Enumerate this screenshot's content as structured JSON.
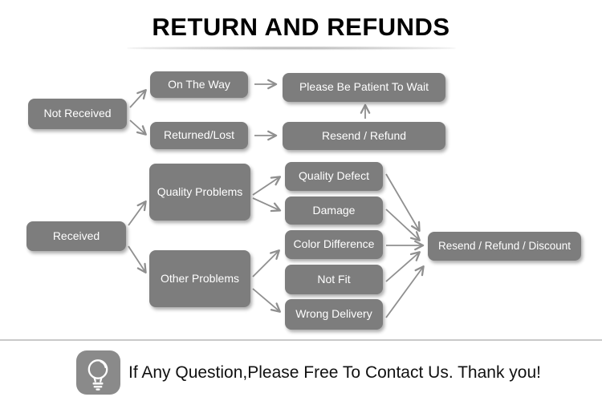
{
  "title": "RETURN AND REFUNDS",
  "flowchart": {
    "nodes": {
      "not_received": {
        "label": "Not Received"
      },
      "on_the_way": {
        "label": "On The Way"
      },
      "returned_lost": {
        "label": "Returned/Lost"
      },
      "please_wait": {
        "label": "Please Be Patient To Wait"
      },
      "resend_refund": {
        "label": "Resend / Refund"
      },
      "received": {
        "label": "Received"
      },
      "quality_problems": {
        "label": "Quality Problems"
      },
      "other_problems": {
        "label": "Other Problems"
      },
      "quality_defect": {
        "label": "Quality Defect"
      },
      "damage": {
        "label": "Damage"
      },
      "color_difference": {
        "label": "Color Difference"
      },
      "not_fit": {
        "label": "Not Fit"
      },
      "wrong_delivery": {
        "label": "Wrong Delivery"
      },
      "resend_refund_discount": {
        "label": "Resend / Refund / Discount"
      }
    },
    "edges": [
      {
        "from": "Not Received",
        "to": "On The Way"
      },
      {
        "from": "Not Received",
        "to": "Returned/Lost"
      },
      {
        "from": "On The Way",
        "to": "Please Be Patient To Wait"
      },
      {
        "from": "Returned/Lost",
        "to": "Resend / Refund"
      },
      {
        "from": "Resend / Refund",
        "to": "Please Be Patient To Wait"
      },
      {
        "from": "Received",
        "to": "Quality Problems"
      },
      {
        "from": "Received",
        "to": "Other Problems"
      },
      {
        "from": "Quality Problems",
        "to": "Quality Defect"
      },
      {
        "from": "Quality Problems",
        "to": "Damage"
      },
      {
        "from": "Other Problems",
        "to": "Color Difference"
      },
      {
        "from": "Other Problems",
        "to": "Wrong Delivery"
      },
      {
        "from": "Quality Defect",
        "to": "Resend / Refund / Discount"
      },
      {
        "from": "Damage",
        "to": "Resend / Refund / Discount"
      },
      {
        "from": "Color Difference",
        "to": "Resend / Refund / Discount"
      },
      {
        "from": "Not Fit",
        "to": "Resend / Refund / Discount"
      },
      {
        "from": "Wrong Delivery",
        "to": "Resend / Refund / Discount"
      }
    ]
  },
  "footer": {
    "icon": "light-bulb-icon",
    "message": "If Any Question,Please Free To Contact Us. Thank you!"
  },
  "colors": {
    "node_fill": "#7d7d7d",
    "node_text": "#ffffff",
    "arrow": "#8f8f8f",
    "title_text": "#000000",
    "divider": "#c9c9c9",
    "icon_fill": "#8a8a8a"
  }
}
